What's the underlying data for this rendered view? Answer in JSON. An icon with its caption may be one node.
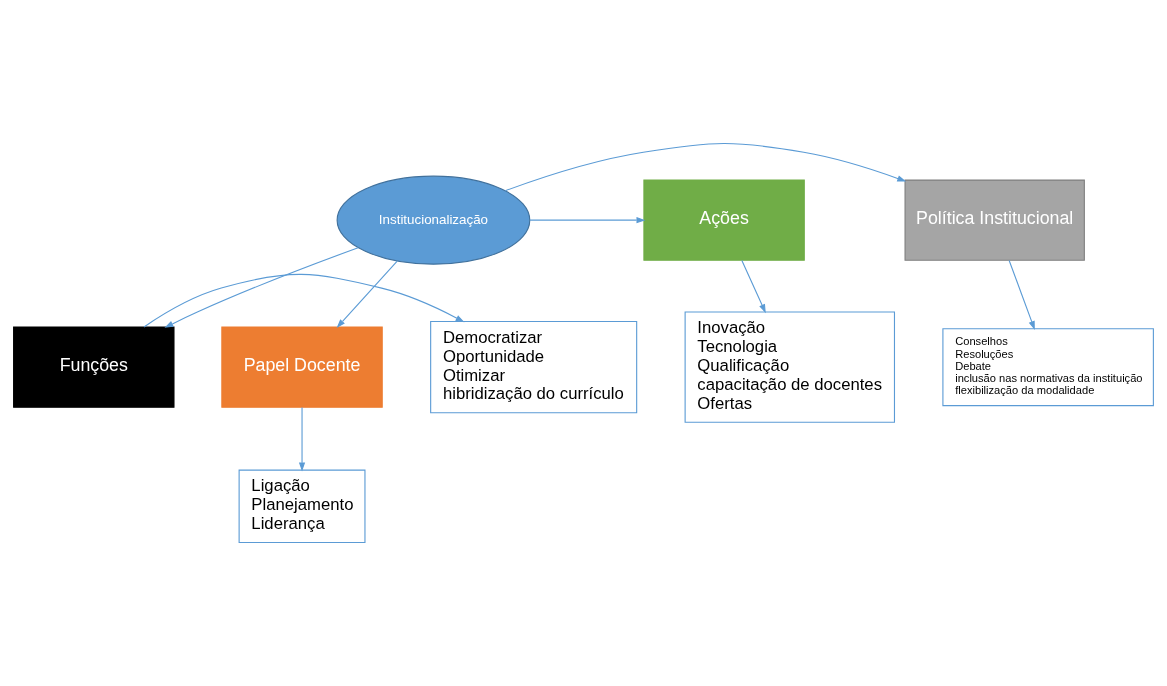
{
  "diagram": {
    "nodes": [
      {
        "text": [
          "Institucionalização"
        ]
      },
      {
        "text": [
          "Funções"
        ]
      },
      {
        "text": [
          "Democratizar",
          "Oportunidade",
          "Otimizar",
          "hibridização do currículo"
        ]
      },
      {
        "text": [
          "Política Institucional"
        ]
      },
      {
        "text": [
          "Conselhos",
          "Resoluções",
          "Debate",
          "inclusão nas normativas da instituição",
          "flexibilização da modalidade"
        ]
      },
      {
        "text": [
          "Ações"
        ]
      },
      {
        "text": [
          "Inovação",
          "Tecnologia",
          "Qualificação",
          "capacitação de docentes",
          "Ofertas"
        ]
      },
      {
        "text": [
          "Papel Docente"
        ]
      },
      {
        "text": [
          "Ligação",
          "Planejamento",
          "Liderança"
        ]
      }
    ],
    "edges": [
      {
        "from": 0,
        "to": 1,
        "arrow": "to"
      },
      {
        "from": 1,
        "to": 2,
        "arrow": "to"
      },
      {
        "from": 0,
        "to": 3,
        "arrow": "to"
      },
      {
        "from": 3,
        "to": 4,
        "arrow": "to"
      },
      {
        "from": 0,
        "to": 5,
        "arrow": "to"
      },
      {
        "from": 5,
        "to": 6,
        "arrow": "to"
      },
      {
        "from": 0,
        "to": 7,
        "arrow": "to"
      },
      {
        "from": 7,
        "to": 8,
        "arrow": "to"
      }
    ]
  }
}
